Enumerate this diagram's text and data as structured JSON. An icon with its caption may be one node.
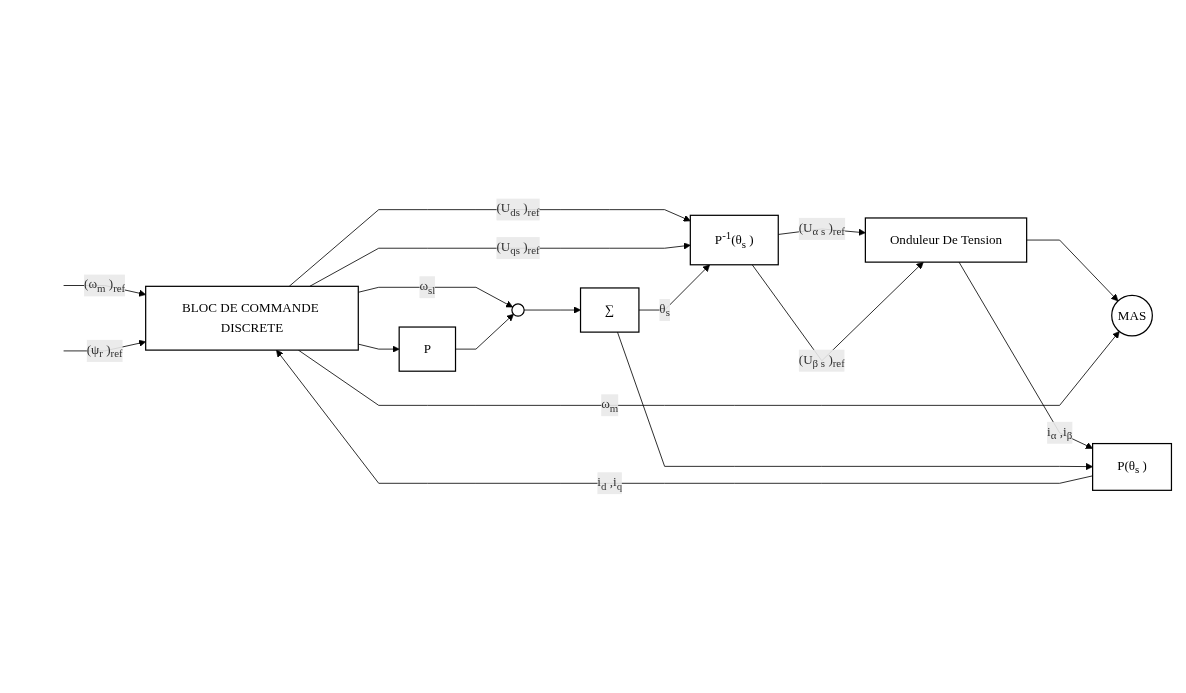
{
  "diagram": {
    "nodes": [
      {
        "text": [
          "BLOC DE COMMANDE DISCRETE"
        ]
      },
      {
        "text": [
          "P(θ$_{s}$ )"
        ]
      },
      {
        "text": [
          "P$^{-1}$(θ$_{s}$ )"
        ]
      },
      {
        "text": [
          "Onduleur De Tension"
        ]
      },
      {
        "text": [
          "MAS"
        ]
      },
      {
        "text": [
          "∑"
        ]
      },
      {
        "text": [],
        "shape": "circle"
      },
      {
        "text": [
          "P"
        ]
      }
    ],
    "edges": [
      {
        "from": null,
        "to": 0,
        "arrow": "to",
        "label": "(ω$_{m}$ )$_{ref}$"
      },
      {
        "from": null,
        "to": 0,
        "arrow": "to",
        "label": "(ψ$_{r}$ )$_{ref}$"
      },
      {
        "from": 1,
        "to": 0,
        "arrow": "to",
        "label": "i$_{d}$ ,i$_{q}$"
      },
      {
        "from": 0,
        "to": 2,
        "arrow": "to",
        "label": "(U$_{ds}$ )$_{ref}$"
      },
      {
        "from": 0,
        "to": 2,
        "arrow": "to",
        "label": "(U$_{qs}$ )$_{ref}$"
      },
      {
        "from": 2,
        "to": 3,
        "arrow": "to",
        "label": "(U$_{α s}$ )$_{ref}$"
      },
      {
        "from": 2,
        "to": 3,
        "arrow": "to",
        "label": "(U$_{β s}$ )$_{ref}$"
      },
      {
        "from": 3,
        "to": 4,
        "arrow": "to"
      },
      {
        "from": 3,
        "to": 1,
        "arrow": "to",
        "label": "i$_{α}$ ,i$_{β}$"
      },
      {
        "from": 5,
        "to": 2,
        "arrow": "to",
        "label": "θ$_{s}$"
      },
      {
        "from": 5,
        "to": 1,
        "arrow": "to"
      },
      {
        "from": 0,
        "to": 6,
        "arrow": "to",
        "label": "ω$_{sl}$"
      },
      {
        "from": 6,
        "to": 5,
        "arrow": "to"
      },
      {
        "from": 7,
        "to": 6,
        "arrow": "to"
      },
      {
        "from": 0,
        "to": 4,
        "arrow": "to",
        "label": "ω$_{m}$"
      },
      {
        "from": 0,
        "to": 7,
        "arrow": "to"
      }
    ]
  }
}
